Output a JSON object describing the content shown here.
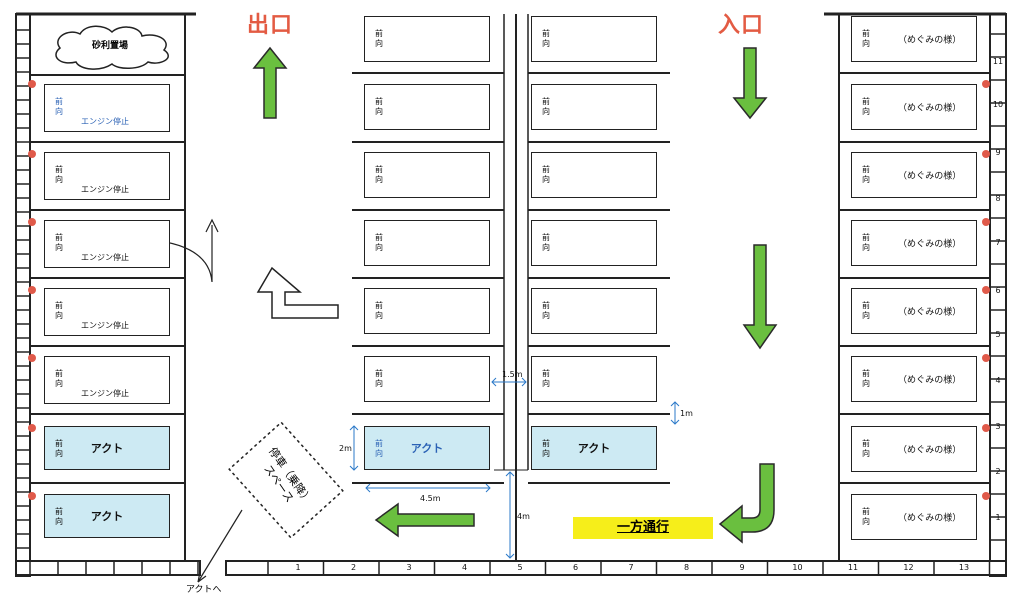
{
  "labels": {
    "exit": "出口",
    "entrance": "入口",
    "one_way": "一方通行",
    "gravel": "砂利置場",
    "to_act": "アクトへ",
    "stop_line1": "停車（乗降）",
    "stop_line2": "スペース"
  },
  "bay_text": {
    "front": "前\n向",
    "engine_stop": "エンジン停止",
    "act": "アクト",
    "megumi": "（めぐみの様）"
  },
  "dimensions": {
    "gap": "1.5m",
    "row_gap": "1m",
    "bay_depth": "2m",
    "bay_width": "4.5m",
    "aisle": "4m"
  },
  "right_numbers": [
    "11",
    "10",
    "9",
    "8",
    "7",
    "6",
    "5",
    "4",
    "3",
    "2",
    "1"
  ],
  "bottom_numbers": [
    "1",
    "2",
    "3",
    "4",
    "5",
    "6",
    "7",
    "8",
    "9",
    "10",
    "11",
    "12",
    "13"
  ],
  "colors": {
    "arrow_green": "#6abf3f",
    "marker_red": "#e05a4a",
    "act_fill": "#cdeaf3",
    "one_way_bg": "#f6ee1a",
    "exit_entrance": "#e35b43",
    "dimension_blue": "#2b79c9"
  }
}
